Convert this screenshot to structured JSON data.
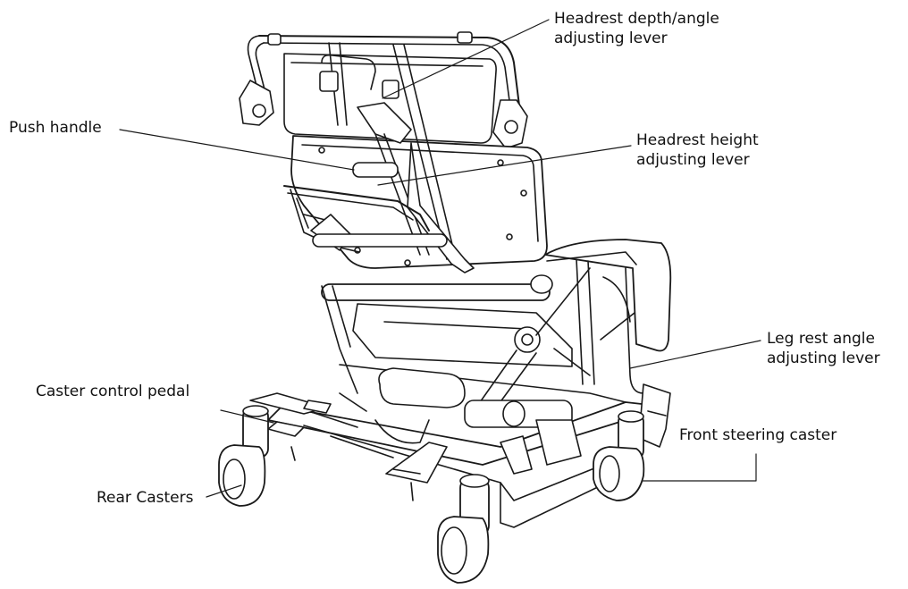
{
  "labels": {
    "headrest_depth": [
      "Headrest depth/angle",
      "adjusting lever"
    ],
    "push_handle": "Push handle",
    "headrest_height": [
      "Headrest height",
      "adjusting lever"
    ],
    "leg_rest": [
      "Leg rest angle",
      "adjusting lever"
    ],
    "caster_pedal": "Caster control pedal",
    "front_caster": "Front steering caster",
    "rear_casters": "Rear Casters"
  },
  "colors": {
    "line": "#1a1a1a",
    "fill": "#ffffff",
    "text": "#111111"
  }
}
